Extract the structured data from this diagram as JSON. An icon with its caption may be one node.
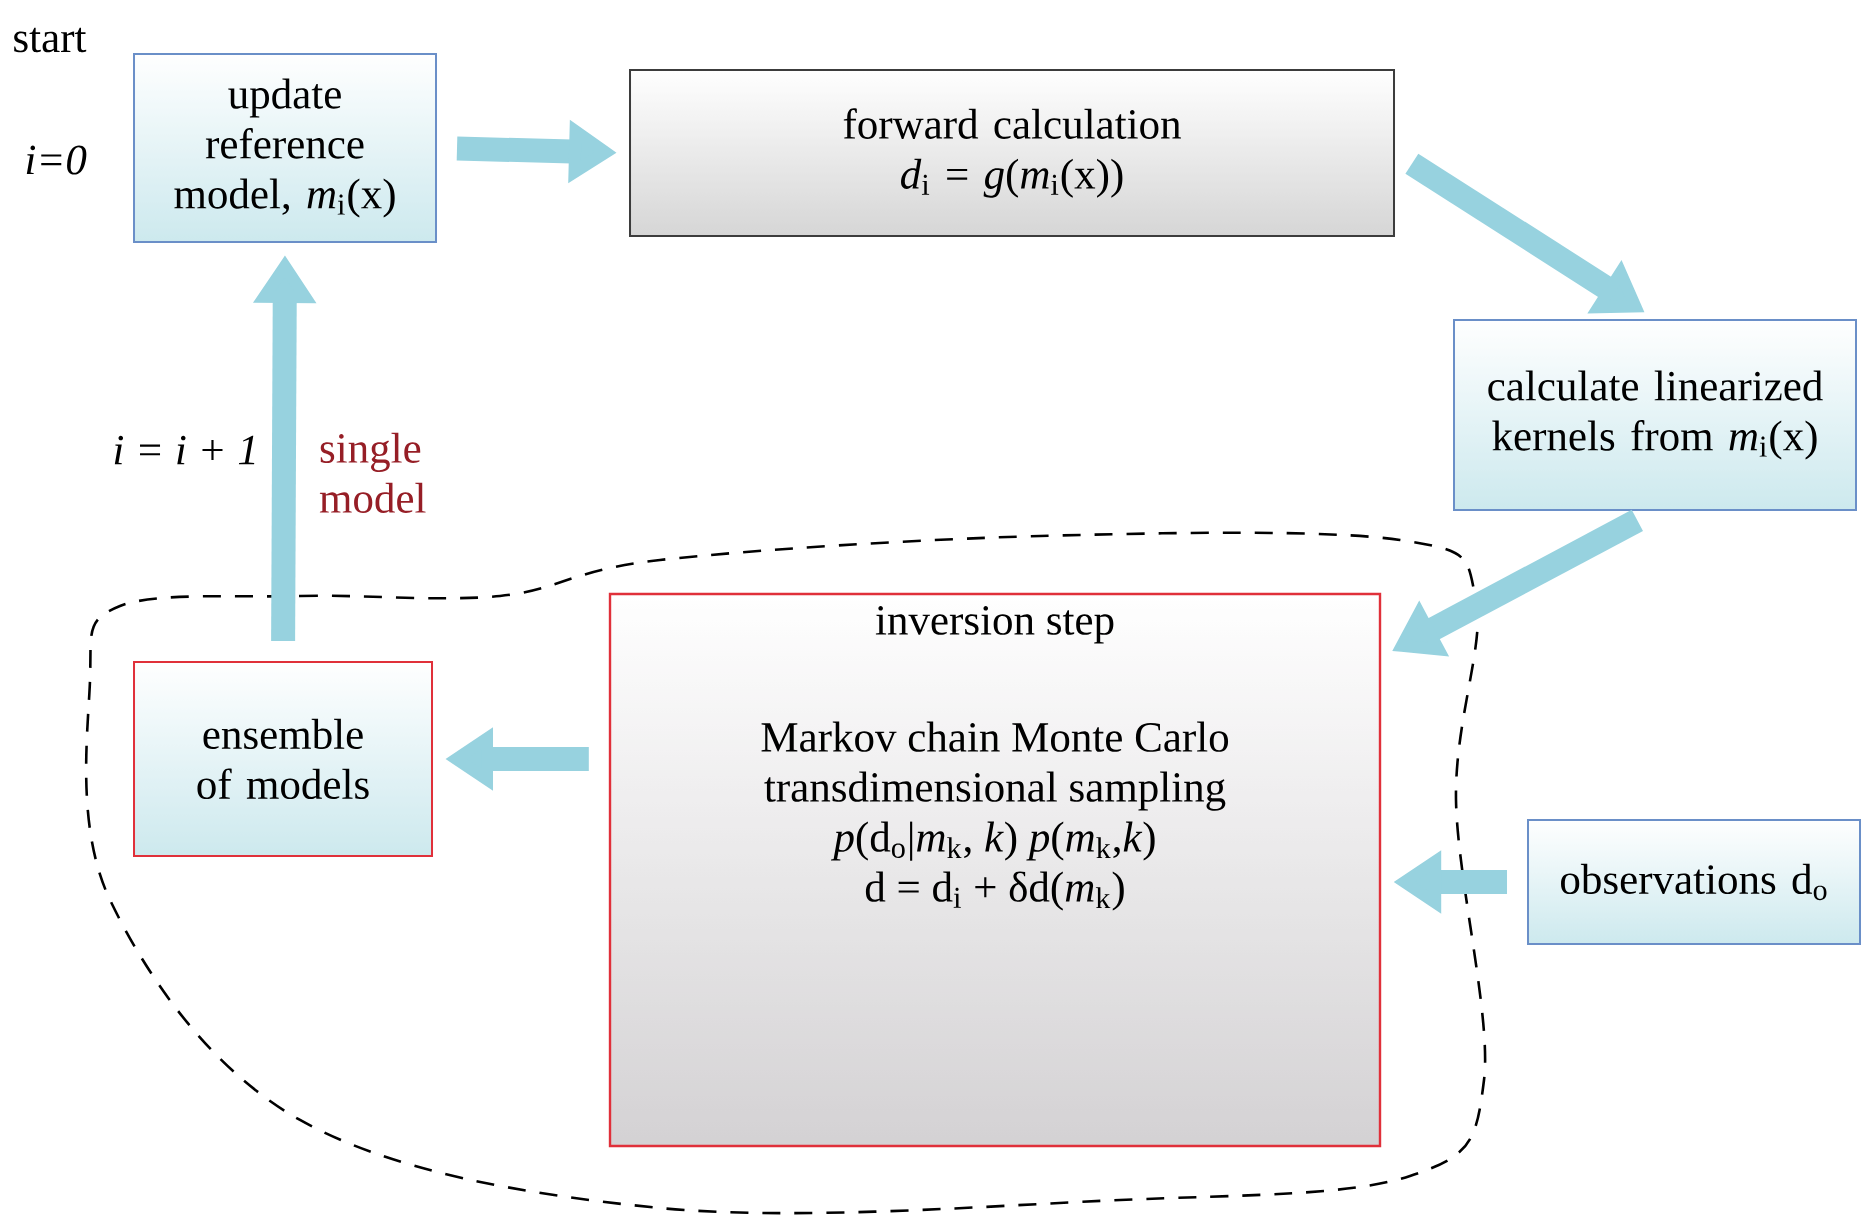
{
  "diagram": {
    "nodes": [
      {
        "text": [
          "update reference model, *m*$_{i}$(x)"
        ]
      },
      {
        "text": [
          "forward calculation",
          "*d*$_{i}$ = *g*(*m*$_{i}$(x))"
        ]
      },
      {
        "text": [
          "calculate linearized kernels from *m*$_{i}$(x)"
        ]
      },
      {
        "text": [
          "inversion step",
          "Markov chain Monte Carlo transdimensional sampling",
          "*p*(d$_{o}$|*m*$_{k}$, *k*) *p*(*m*$_{k}$,*k*)",
          "d = d$_{i}$ + δd(*m*$_{k}$)"
        ]
      },
      {
        "text": [
          "ensemble of models"
        ]
      },
      {
        "text": [
          "observations d$_{o}$"
        ]
      }
    ],
    "edges": [
      {
        "from": 0,
        "to": 1,
        "arrow": "to"
      },
      {
        "from": 1,
        "to": 2,
        "arrow": "to"
      },
      {
        "from": 2,
        "to": 3,
        "arrow": "to"
      },
      {
        "from": 5,
        "to": 3,
        "arrow": "to"
      },
      {
        "from": 3,
        "to": 4,
        "arrow": "to"
      },
      {
        "from": 4,
        "to": 0,
        "arrow": "to",
        "label": "single model"
      }
    ],
    "labels": [
      "start",
      "i=0",
      "i = i + 1"
    ]
  }
}
